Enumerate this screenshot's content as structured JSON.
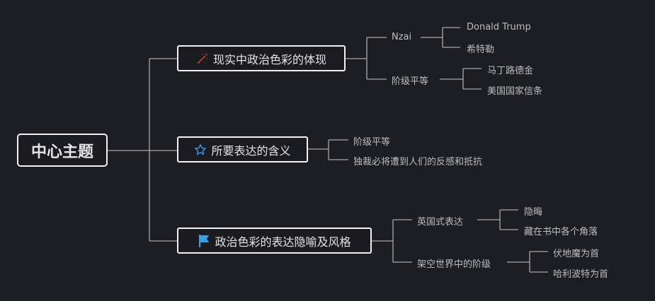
{
  "root": {
    "label": "中心主题"
  },
  "branches": [
    {
      "label": "现实中政治色彩的体现",
      "icon": "magic-wand-icon",
      "children": [
        {
          "label": "Nzai",
          "children": [
            "Donald Trump",
            "希特勒"
          ]
        },
        {
          "label": "阶级平等",
          "children": [
            "马丁路德金",
            "美国国家信条"
          ]
        }
      ]
    },
    {
      "label": "所要表达的含义",
      "icon": "star-outline-icon",
      "children": [
        "阶级平等",
        "独裁必将遭到人们的反感和抵抗"
      ]
    },
    {
      "label": "政治色彩的表达隐喻及风格",
      "icon": "flag-icon",
      "children": [
        {
          "label": "英国式表达",
          "children": [
            "隐晦",
            "藏在书中各个角落"
          ]
        },
        {
          "label": "架空世界中的阶级",
          "children": [
            "伏地魔为首",
            "哈利波特为首"
          ]
        }
      ]
    }
  ],
  "colors": {
    "background": "#1c1e24",
    "line": "#a8a8a8",
    "node_border": "#f2f2f2",
    "star": "#3c8fe0",
    "flag": "#3aa0e6",
    "wand": "#d0342c"
  }
}
